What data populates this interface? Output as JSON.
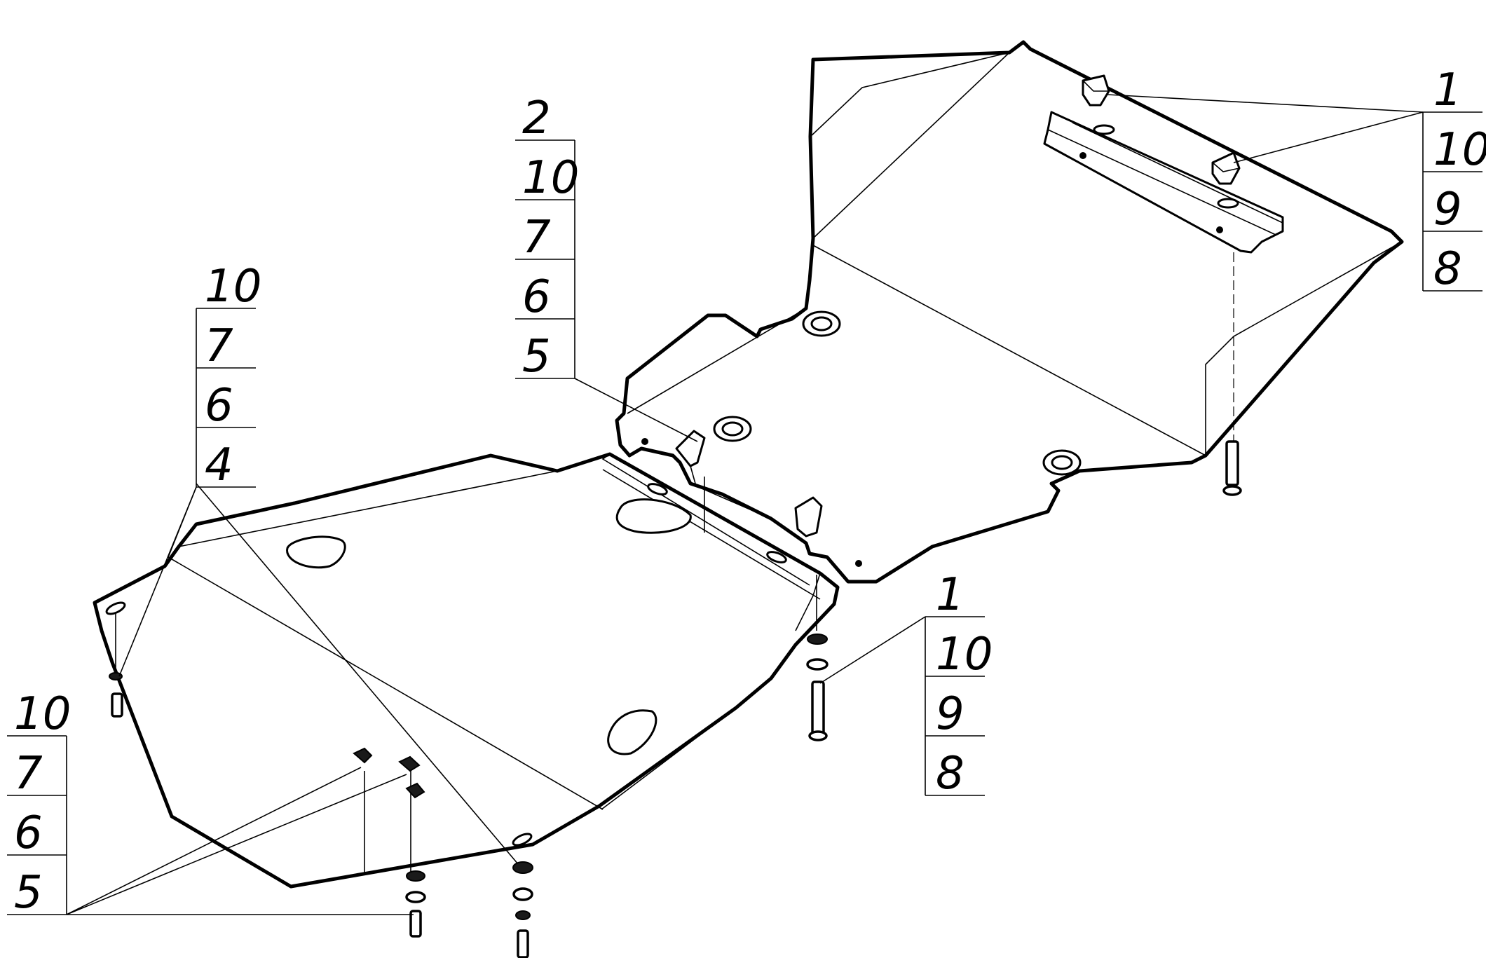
{
  "callouts": {
    "top_right": [
      "1",
      "10",
      "9",
      "8"
    ],
    "top_center": [
      "2",
      "10",
      "7",
      "6",
      "5"
    ],
    "left_upper": [
      "10",
      "7",
      "6",
      "4"
    ],
    "left_lower": [
      "10",
      "7",
      "6",
      "5"
    ],
    "center_right": [
      "1",
      "10",
      "9",
      "8"
    ]
  }
}
